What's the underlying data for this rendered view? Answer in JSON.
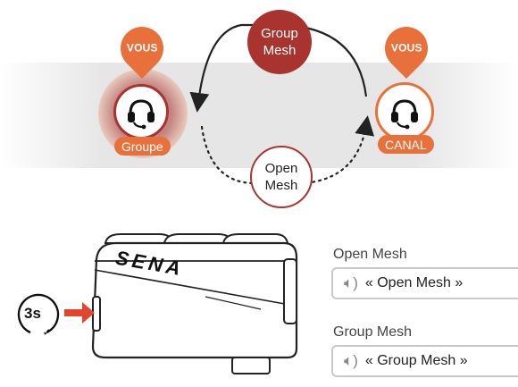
{
  "diagram": {
    "top_circle": {
      "label": "Group\nMesh",
      "color": "#a8332f"
    },
    "bottom_circle": {
      "label": "Open\nMesh",
      "color": "#a8332f"
    },
    "left_node": {
      "pin": "VOUS",
      "tag": "Groupe",
      "accent": "#e8703a"
    },
    "right_node": {
      "pin": "VOUS",
      "tag": "CANAL",
      "accent": "#e8703a"
    }
  },
  "device": {
    "brand": "SENA",
    "hold_label": "3s",
    "arrow_color": "#e4462d"
  },
  "modes": [
    {
      "title": "Open Mesh",
      "prompt": "« Open Mesh »",
      "icon": "speaker-icon"
    },
    {
      "title": "Group Mesh",
      "prompt": "« Group Mesh »",
      "icon": "speaker-icon"
    }
  ]
}
